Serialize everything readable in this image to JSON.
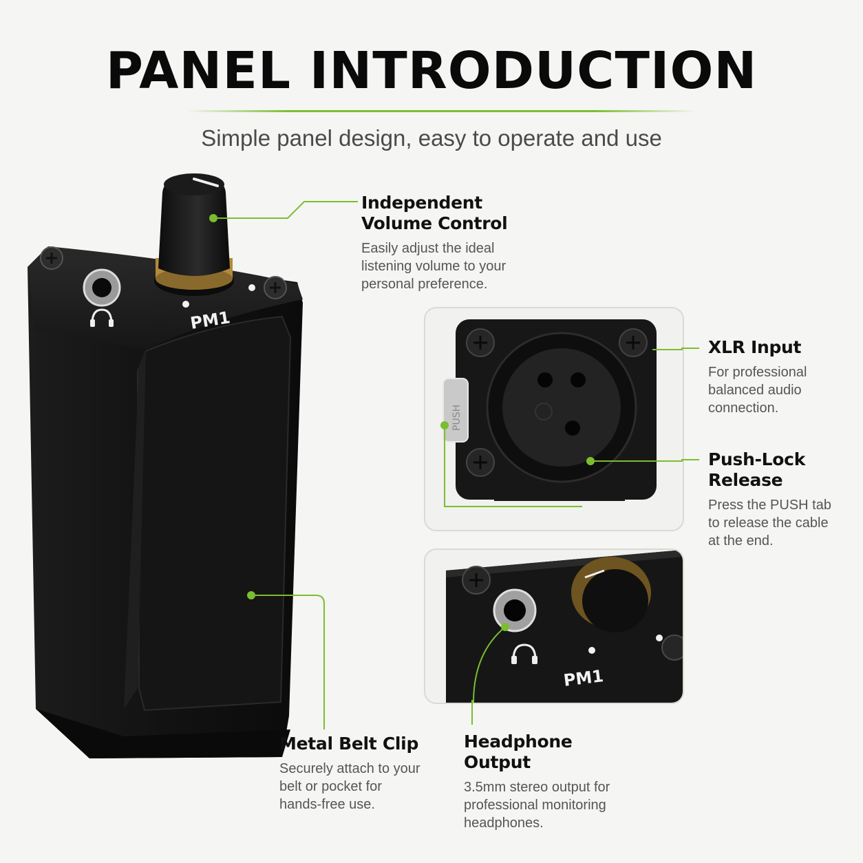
{
  "title": "PANEL INTRODUCTION",
  "subtitle": "Simple panel design, easy to operate and use",
  "features": {
    "volume": {
      "title_line1": "Independent",
      "title_line2": "Volume Control",
      "desc_line1": "Easily adjust the ideal",
      "desc_line2": "listening volume to your",
      "desc_line3": "personal preference."
    },
    "xlr": {
      "title_line1": "XLR Input",
      "desc_line1": "For professional",
      "desc_line2": "balanced audio",
      "desc_line3": "connection."
    },
    "pushlock": {
      "title_line1": "Push-Lock",
      "title_line2": "Release",
      "desc_line1": "Press the PUSH tab",
      "desc_line2": "to release the cable",
      "desc_line3": "at the end."
    },
    "beltclip": {
      "title_line1": "Metal Belt Clip",
      "desc_line1": "Securely attach to your",
      "desc_line2": "belt or pocket for",
      "desc_line3": "hands-free use."
    },
    "headphone": {
      "title_line1": "Headphone Output",
      "desc_line1": "3.5mm stereo output for",
      "desc_line2": "professional monitoring",
      "desc_line3": "headphones."
    }
  },
  "device": {
    "model_label": "PM1",
    "push_label": "PUSH"
  },
  "colors": {
    "accent": "#7abe30",
    "device": "#141414",
    "background": "#f5f5f3"
  },
  "icons": [
    "headphone-icon",
    "screw-icon",
    "xlr-socket-icon",
    "volume-knob-icon"
  ]
}
